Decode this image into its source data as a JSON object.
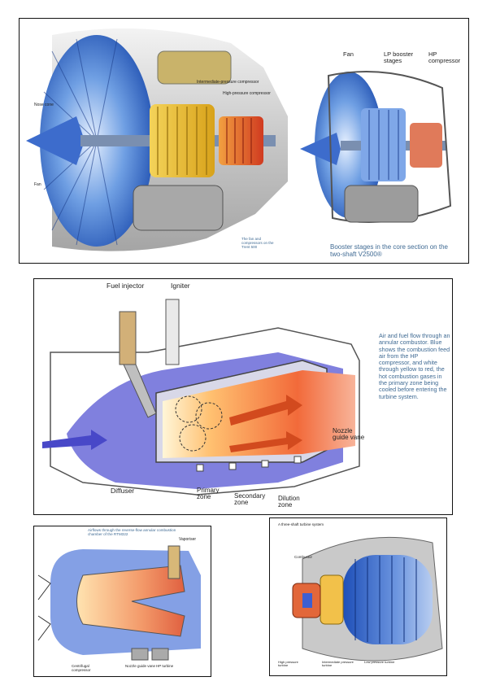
{
  "panel1": {
    "label_nose_cone": "Nose cone",
    "label_fan": "Fan",
    "label_ip_compressor": "Intermediate-pressure compressor",
    "label_hp_compressor": "High-pressure compressor",
    "caption": "The fan and compressors on the Trent 500"
  },
  "panel2": {
    "label_fan": "Fan",
    "label_lp_booster": "LP booster stages",
    "label_hp_compressor": "HP compressor",
    "caption": "Booster stages in the core section on the two-shaft V2500®"
  },
  "panel3": {
    "label_fuel_injector": "Fuel injector",
    "label_igniter": "Igniter",
    "label_diffuser": "Diffuser",
    "label_primary_zone": "Primary zone",
    "label_secondary_zone": "Secondary zone",
    "label_dilution_zone": "Dilution zone",
    "label_nozzle_guide_vane": "Nozzle guide vane",
    "caption": "Air and fuel flow through an annular combustor. Blue shows the combustion feed air from the HP compressor, and white through yellow to red, the hot combustion gases in the primary zone being cooled before entering the turbine system."
  },
  "panel4": {
    "caption": "Airflows through the reverse-flow annular combustion chamber of the RTM322",
    "label_vaporiser": "Vaporiser",
    "label_centrifugal_compressor": "Centrifugal compressor",
    "label_nozzle_guide_vane": "Nozzle guide vane",
    "label_hp_turbine": "HP turbine"
  },
  "panel5": {
    "title": "A three-shaft turbine system",
    "label_combustor": "Combustor",
    "label_high_pressure_turbine": "High pressure turbine",
    "label_intermediate_pressure_turbine": "Intermediate pressure turbine",
    "label_low_pressure_turbine": "Low pressure turbine"
  }
}
